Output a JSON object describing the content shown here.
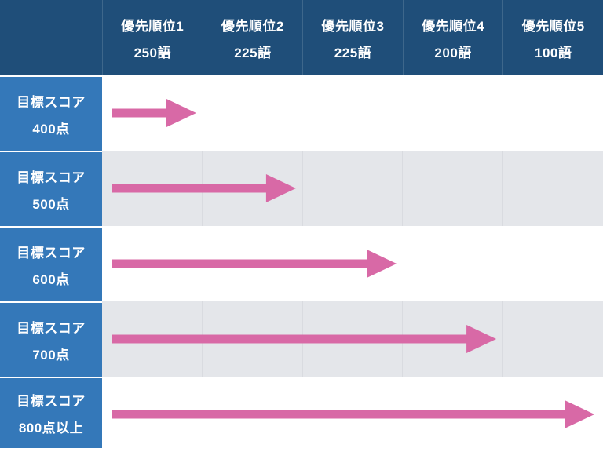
{
  "table": {
    "header": {
      "columns": [
        {
          "line1": "優先順位1",
          "line2": "250語"
        },
        {
          "line1": "優先順位2",
          "line2": "225語"
        },
        {
          "line1": "優先順位3",
          "line2": "225語"
        },
        {
          "line1": "優先順位4",
          "line2": "200語"
        },
        {
          "line1": "優先順位5",
          "line2": "100語"
        }
      ]
    },
    "rows": [
      {
        "line1": "目標スコア",
        "line2": "400点",
        "arrow_end_column": 1,
        "arrow_tip_pct": 18.8
      },
      {
        "line1": "目標スコア",
        "line2": "500点",
        "arrow_end_column": 2,
        "arrow_tip_pct": 38.7
      },
      {
        "line1": "目標スコア",
        "line2": "600点",
        "arrow_end_column": 3,
        "arrow_tip_pct": 58.8
      },
      {
        "line1": "目標スコア",
        "line2": "700点",
        "arrow_end_column": 4,
        "arrow_tip_pct": 78.7
      },
      {
        "line1": "目標スコア",
        "line2": "800点以上",
        "arrow_end_column": 5,
        "arrow_tip_pct": 98.3
      }
    ]
  },
  "colors": {
    "header_bg": "#1f4e79",
    "row_header_bg": "#3478b9",
    "row_alt_bg": "#e4e6ea",
    "arrow": "#d869a6"
  }
}
